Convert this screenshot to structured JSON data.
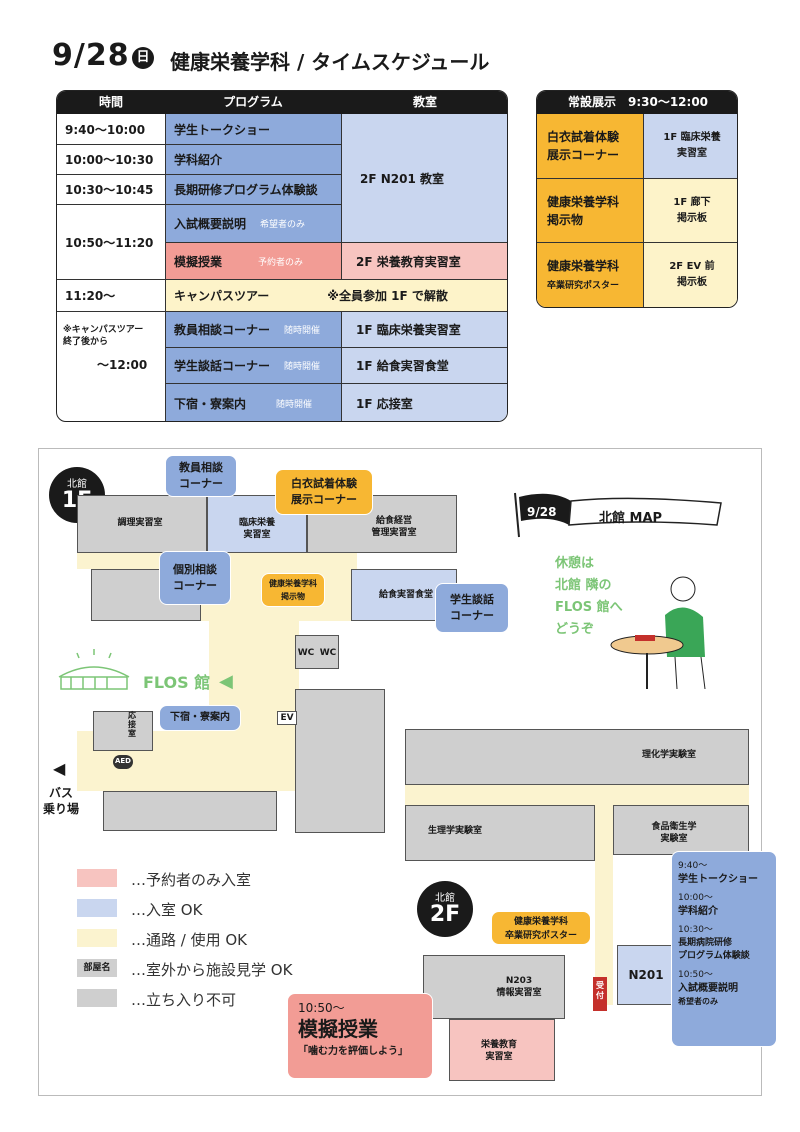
{
  "header": {
    "date": "9/28",
    "day": "日",
    "title": "健康栄養学科 / タイムスケジュール"
  },
  "schedule": {
    "headers": [
      "時間",
      "プログラム",
      "教室"
    ],
    "rows": [
      {
        "time": "9:40～10:00",
        "program": "学生トークショー"
      },
      {
        "time": "10:00～10:30",
        "program": "学科紹介"
      },
      {
        "time": "10:30～10:45",
        "program": "長期研修プログラム体験談"
      },
      {
        "time": "10:50～11:20",
        "program": "入試概要説明",
        "tag": "希望者のみ"
      },
      {
        "program": "模擬授業",
        "tag": "予約者のみ",
        "room": "2F 栄養教育実習室"
      },
      {
        "time": "11:20～",
        "program": "キャンパスツアー",
        "note": "※全員参加 1F で解散"
      },
      {
        "time_note": "※キャンパスツアー\n終了後から",
        "time_end": "～12:00",
        "program": "教員相談コーナー",
        "tag": "随時開催",
        "room": "1F 臨床栄養実習室"
      },
      {
        "program": "学生談話コーナー",
        "tag": "随時開催",
        "room": "1F 給食実習食堂"
      },
      {
        "program": "下宿・寮案内",
        "tag": "随時開催",
        "room": "1F 応接室"
      }
    ],
    "shared_room": "2F N201 教室"
  },
  "exhibits": {
    "header": "常設展示　9:30～12:00",
    "items": [
      {
        "name_1": "白衣試着体験",
        "name_2": "展示コーナー",
        "loc_1": "1F 臨床栄養",
        "loc_2": "実習室"
      },
      {
        "name_1": "健康栄養学科",
        "name_2": "掲示物",
        "loc_1": "1F 廊下",
        "loc_2": "掲示板"
      },
      {
        "name_1": "健康栄養学科",
        "name_2": "卒業研究ポスター",
        "loc_1": "2F EV 前",
        "loc_2": "掲示板"
      }
    ]
  },
  "map": {
    "banner": "9/28",
    "banner_title": "北館 MAP",
    "rest_note": [
      "休憩は",
      "北館 隣の",
      "FLOS 館へ",
      "どうぞ"
    ],
    "floor1": {
      "label_top": "北館",
      "label": "1F"
    },
    "floor2": {
      "label_top": "北館",
      "label": "2F"
    },
    "rooms_1f": {
      "cooking": "調理実習室",
      "clinical": [
        "臨床栄養",
        "実習室"
      ],
      "mgmt": [
        "給食経営",
        "管理実習室"
      ],
      "cafeteria": "給食実習食堂",
      "reception": "応接室",
      "wc": "WC",
      "ev": "EV",
      "aed": "AED"
    },
    "bubbles_1f": {
      "teacher": [
        "教員相談",
        "コーナー"
      ],
      "coat": [
        "白衣試着体験",
        "展示コーナー"
      ],
      "individual": [
        "個別相談",
        "コーナー"
      ],
      "poster": [
        "健康栄養学科",
        "掲示物"
      ],
      "student": [
        "学生談話",
        "コーナー"
      ],
      "dorm": "下宿・寮案内"
    },
    "flos": "FLOS 館",
    "bus": [
      "バス",
      "乗り場"
    ],
    "rooms_2f": {
      "chem": "理化学実験室",
      "physio": "生理学実験室",
      "food": [
        "食品衛生学",
        "実験室"
      ],
      "n203": [
        "N203",
        "情報実習室"
      ],
      "n201": "N201",
      "nutrition": [
        "栄養教育",
        "実習室"
      ],
      "uketsuke": "受付"
    },
    "poster_2f": [
      "健康栄養学科",
      "卒業研究ポスター"
    ],
    "mock_class": {
      "time": "10:50～",
      "title": "模擬授業",
      "sub": "「噛む力を評価しよう」"
    },
    "n201_schedule": [
      {
        "time": "9:40～",
        "title": "学生トークショー"
      },
      {
        "time": "10:00～",
        "title": "学科紹介"
      },
      {
        "time": "10:30～",
        "title": "長期病院研修\nプログラム体験談"
      },
      {
        "time": "10:50～",
        "title": "入試概要説明",
        "sub": "希望者のみ"
      }
    ],
    "legend": [
      {
        "label": "…予約者のみ入室",
        "color": "#f7c4c0"
      },
      {
        "label": "…入室 OK",
        "color": "#c9d6ef"
      },
      {
        "label": "…通路 / 使用 OK",
        "color": "#fbf3cf"
      },
      {
        "label": "…室外から施設見学 OK",
        "swatch_text": "部屋名",
        "color": "#cfcfcf"
      },
      {
        "label": "…立ち入り不可",
        "color": "#cfcfcf"
      }
    ]
  }
}
